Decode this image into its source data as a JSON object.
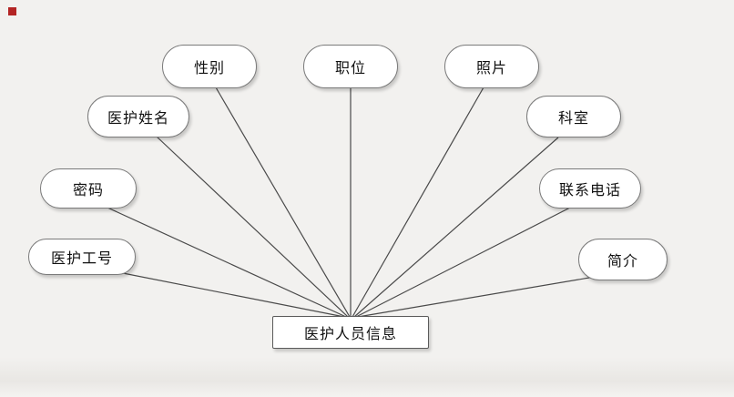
{
  "diagram": {
    "title_entity": {
      "label": "医护人员信息"
    },
    "attributes": [
      {
        "label": "医护工号"
      },
      {
        "label": "密码"
      },
      {
        "label": "医护姓名"
      },
      {
        "label": "性别"
      },
      {
        "label": "职位"
      },
      {
        "label": "照片"
      },
      {
        "label": "科室"
      },
      {
        "label": "联系电话"
      },
      {
        "label": "简介"
      }
    ],
    "colors": {
      "node_fill": "#ffffff",
      "node_border": "#7a7a7a",
      "entity_border": "#5a5a5a",
      "line": "#4a4a4a",
      "background": "#f2f1ef",
      "marker": "#b32424"
    }
  }
}
